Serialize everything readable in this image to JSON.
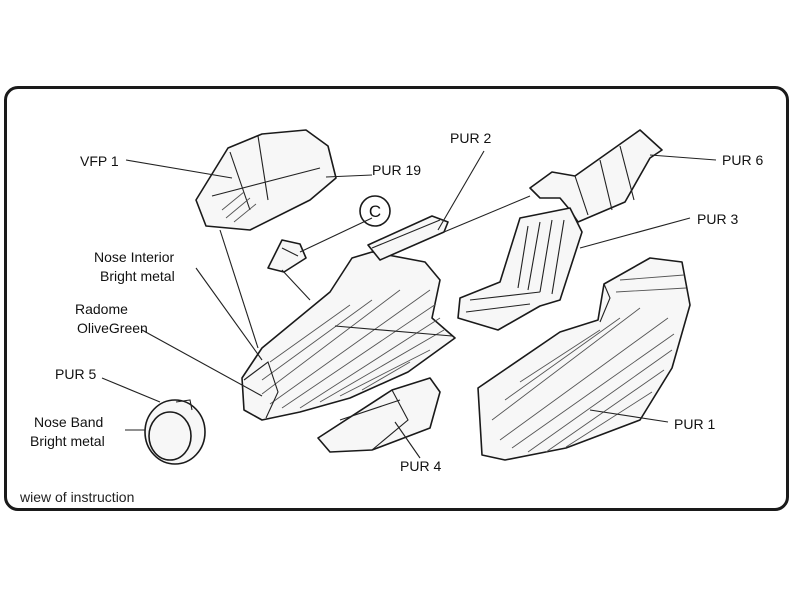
{
  "labels": {
    "vfp1": "VFP 1",
    "pur19": "PUR 19",
    "pur2": "PUR 2",
    "pur6": "PUR 6",
    "pur3": "PUR 3",
    "pur1": "PUR 1",
    "pur4": "PUR 4",
    "pur5": "PUR 5",
    "nose_interior_1": "Nose Interior",
    "nose_interior_2": "Bright metal",
    "radome_1": "Radome",
    "radome_2": "OliveGreen",
    "nose_band_1": "Nose Band",
    "nose_band_2": "Bright metal",
    "c_marker": "C"
  },
  "caption": "wiew of instruction"
}
